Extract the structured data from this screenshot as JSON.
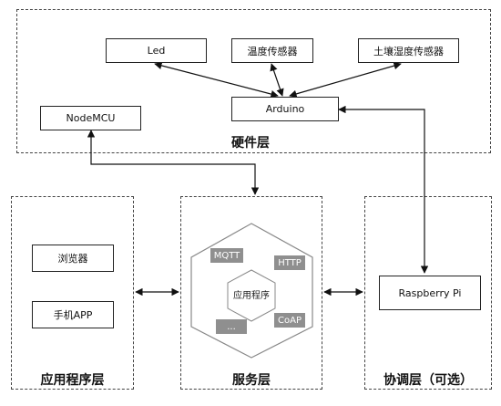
{
  "hardware": {
    "title": "硬件层",
    "led": "Led",
    "temp_sensor": "温度传感器",
    "soil_sensor": "土壤湿度传感器",
    "arduino": "Arduino",
    "nodemcu": "NodeMCU"
  },
  "application": {
    "title": "应用程序层",
    "browser": "浏览器",
    "mobile_app": "手机APP"
  },
  "service": {
    "title": "服务层",
    "center": "应用程序",
    "protocols": [
      "MQTT",
      "HTTP",
      "CoAP",
      "..."
    ]
  },
  "coordination": {
    "title": "协调层（可选）",
    "raspberry": "Raspberry Pi"
  }
}
